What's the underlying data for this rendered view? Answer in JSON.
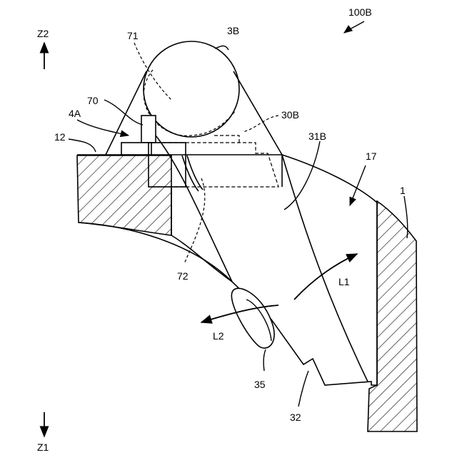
{
  "figure": {
    "figure_label": "100B",
    "direction_up": "Z2",
    "direction_down": "Z1",
    "labels": {
      "ball_3b": "3B",
      "ref_71": "71",
      "ref_70": "70",
      "ref_4a": "4A",
      "ref_12": "12",
      "ref_30b": "30B",
      "ref_31b": "31B",
      "ref_17": "17",
      "ref_1": "1",
      "ref_72": "72",
      "ref_l1": "L1",
      "ref_l2": "L2",
      "ref_35": "35",
      "ref_32": "32"
    }
  }
}
